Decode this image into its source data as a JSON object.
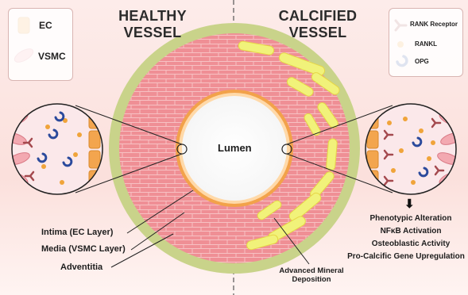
{
  "titles": {
    "healthy_line1": "HEALTHY",
    "healthy_line2": "VESSEL",
    "calcified_line1": "CALCIFIED",
    "calcified_line2": "VESSEL"
  },
  "legend_left": {
    "ec": "EC",
    "vsmc": "VSMC"
  },
  "legend_right": {
    "rank_receptor": "RANK Receptor",
    "rankl": "RANKL",
    "opg": "OPG"
  },
  "center": {
    "lumen": "Lumen"
  },
  "callouts": {
    "intima": "Intima (EC Layer)",
    "media": "Media (VSMC Layer)",
    "adventitia": "Adventitia"
  },
  "deposition": {
    "line1": "Advanced Mineral",
    "line2": "Deposition"
  },
  "effects": {
    "arrow": "⬇",
    "items": [
      "Phenotypic Alteration",
      "NFκB Activation",
      "Osteoblastic Activity",
      "Pro-Calcific Gene Upregulation"
    ]
  },
  "colors": {
    "adventitia": "#c9d38a",
    "media": "#ef8f95",
    "intima": "#f2a24a",
    "mineral": "#f1f27a",
    "rank_receptor": "#a4494e",
    "rankl": "#f0a43a",
    "opg": "#2b4a9c"
  }
}
